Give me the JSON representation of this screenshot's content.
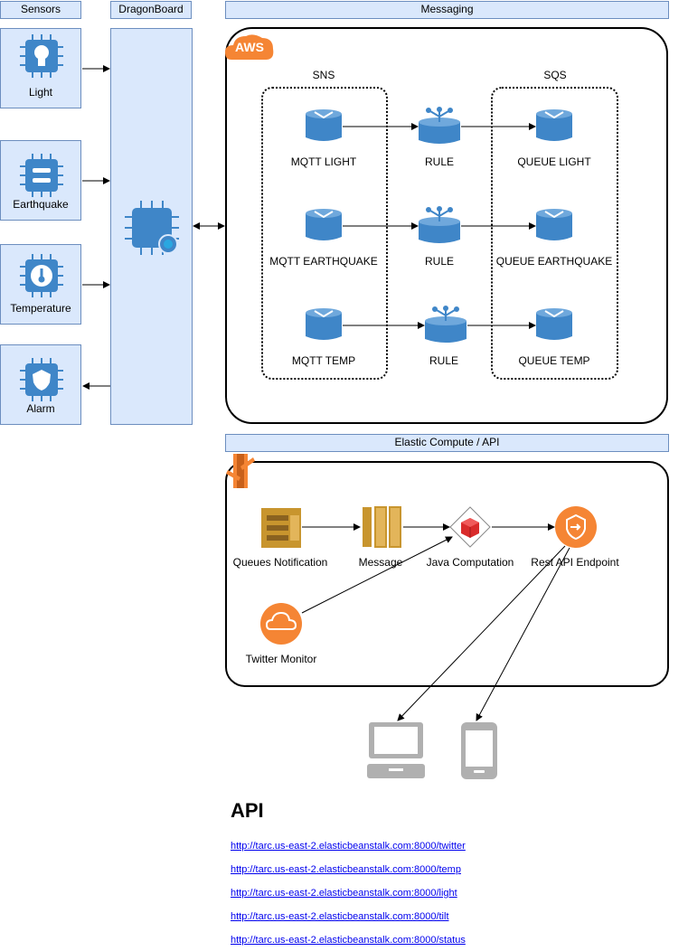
{
  "headers": {
    "sensors": "Sensors",
    "dragonboard": "DragonBoard",
    "messaging": "Messaging",
    "compute": "Elastic Compute / API"
  },
  "sensors": {
    "light": "Light",
    "earthquake": "Earthquake",
    "temperature": "Temperature",
    "alarm": "Alarm"
  },
  "aws": {
    "badge": "AWS",
    "sns_label": "SNS",
    "sqs_label": "SQS",
    "mqtt": [
      "MQTT LIGHT",
      "MQTT EARTHQUAKE",
      "MQTT TEMP"
    ],
    "rules": [
      "RULE",
      "RULE",
      "RULE"
    ],
    "queues": [
      "QUEUE LIGHT",
      "QUEUE EARTHQUAKE",
      "QUEUE TEMP"
    ]
  },
  "compute": {
    "queues_notification": "Queues Notification",
    "message": "Message",
    "java_computation": "Java Computation",
    "rest_api": "Rest API Endpoint",
    "twitter_monitor": "Twitter Monitor"
  },
  "api": {
    "title": "API",
    "links": [
      "http://tarc.us-east-2.elasticbeanstalk.com:8000/twitter",
      "http://tarc.us-east-2.elasticbeanstalk.com:8000/temp",
      "http://tarc.us-east-2.elasticbeanstalk.com:8000/light",
      "http://tarc.us-east-2.elasticbeanstalk.com:8000/tilt",
      "http://tarc.us-east-2.elasticbeanstalk.com:8000/status"
    ]
  },
  "colors": {
    "sensor_fill": "#dae8fc",
    "sensor_border": "#6c8ebf",
    "iot_blue": "#3f86c8",
    "aws_orange": "#f58534",
    "gold": "#c8952e",
    "device_gray": "#b0b0b0"
  }
}
